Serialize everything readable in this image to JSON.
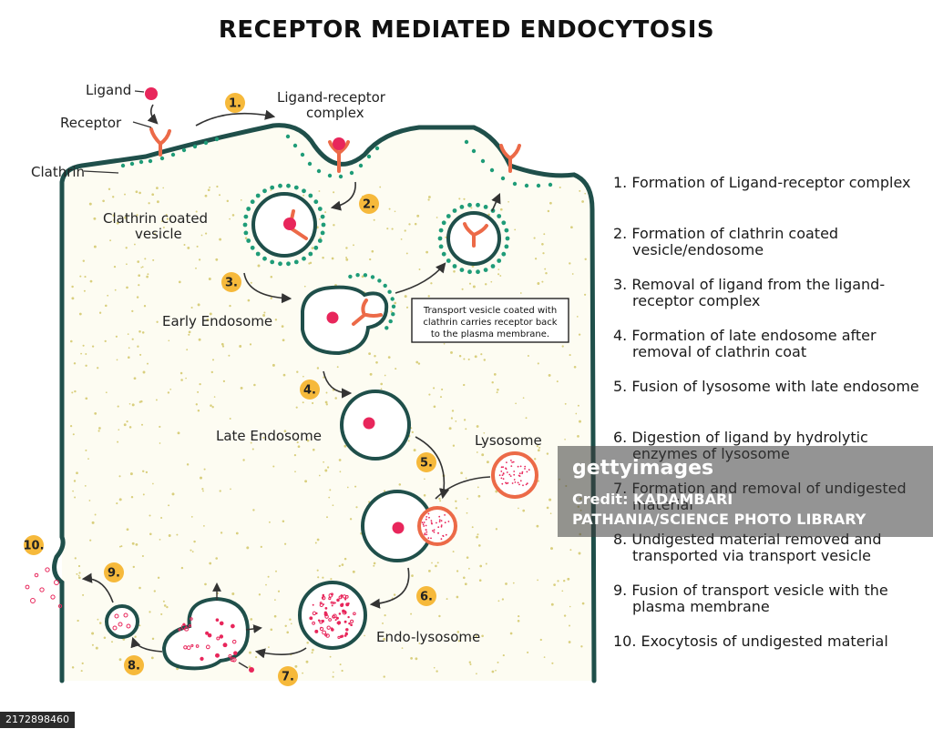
{
  "title": "RECEPTOR MEDIATED ENDOCYTOSIS",
  "colors": {
    "membrane": "#1f4f4a",
    "clathrin": "#1f9c78",
    "ligand": "#e8265b",
    "receptor": "#ec6a48",
    "lysosome": "#ec6a48",
    "step_badge": "#f6b93b",
    "cytoplasm_dots": "#d9cf7e"
  },
  "labels": {
    "ligand": "Ligand",
    "receptor": "Receptor",
    "clathrin": "Clathrin",
    "ligand_receptor_complex_1": "Ligand-receptor",
    "ligand_receptor_complex_2": "complex",
    "clathrin_coated_vesicle_1": "Clathrin coated",
    "clathrin_coated_vesicle_2": "vesicle",
    "early_endosome": "Early Endosome",
    "late_endosome": "Late Endosome",
    "lysosome": "Lysosome",
    "endo_lysosome": "Endo-lysosome"
  },
  "note": {
    "line1": "Transport vesicle coated with",
    "line2": "clathrin carries receptor back",
    "line3": "to the plasma membrane."
  },
  "badges": [
    "1.",
    "2.",
    "3.",
    "4.",
    "5.",
    "6.",
    "7.",
    "8.",
    "9.",
    "10."
  ],
  "steps": [
    "1. Formation of Ligand-receptor complex",
    "2. Formation of clathrin coated vesicle/endosome",
    "3. Removal of ligand from the ligand-receptor complex",
    "4. Formation of late endosome after removal of clathrin coat",
    "5. Fusion of lysosome with late endosome",
    "6. Digestion of ligand by hydrolytic enzymes of lysosome",
    "7. Formation and removal of undigested material",
    "8. Undigested material removed and transported via transport vesicle",
    "9. Fusion of transport vesicle with the plasma membrane",
    "10. Exocytosis of undigested material"
  ],
  "watermark": {
    "logo": "gettyimages",
    "credit_line1": "Credit: KADAMBARI",
    "credit_line2": "PATHANIA/SCIENCE PHOTO LIBRARY"
  },
  "image_id": "2172898460"
}
